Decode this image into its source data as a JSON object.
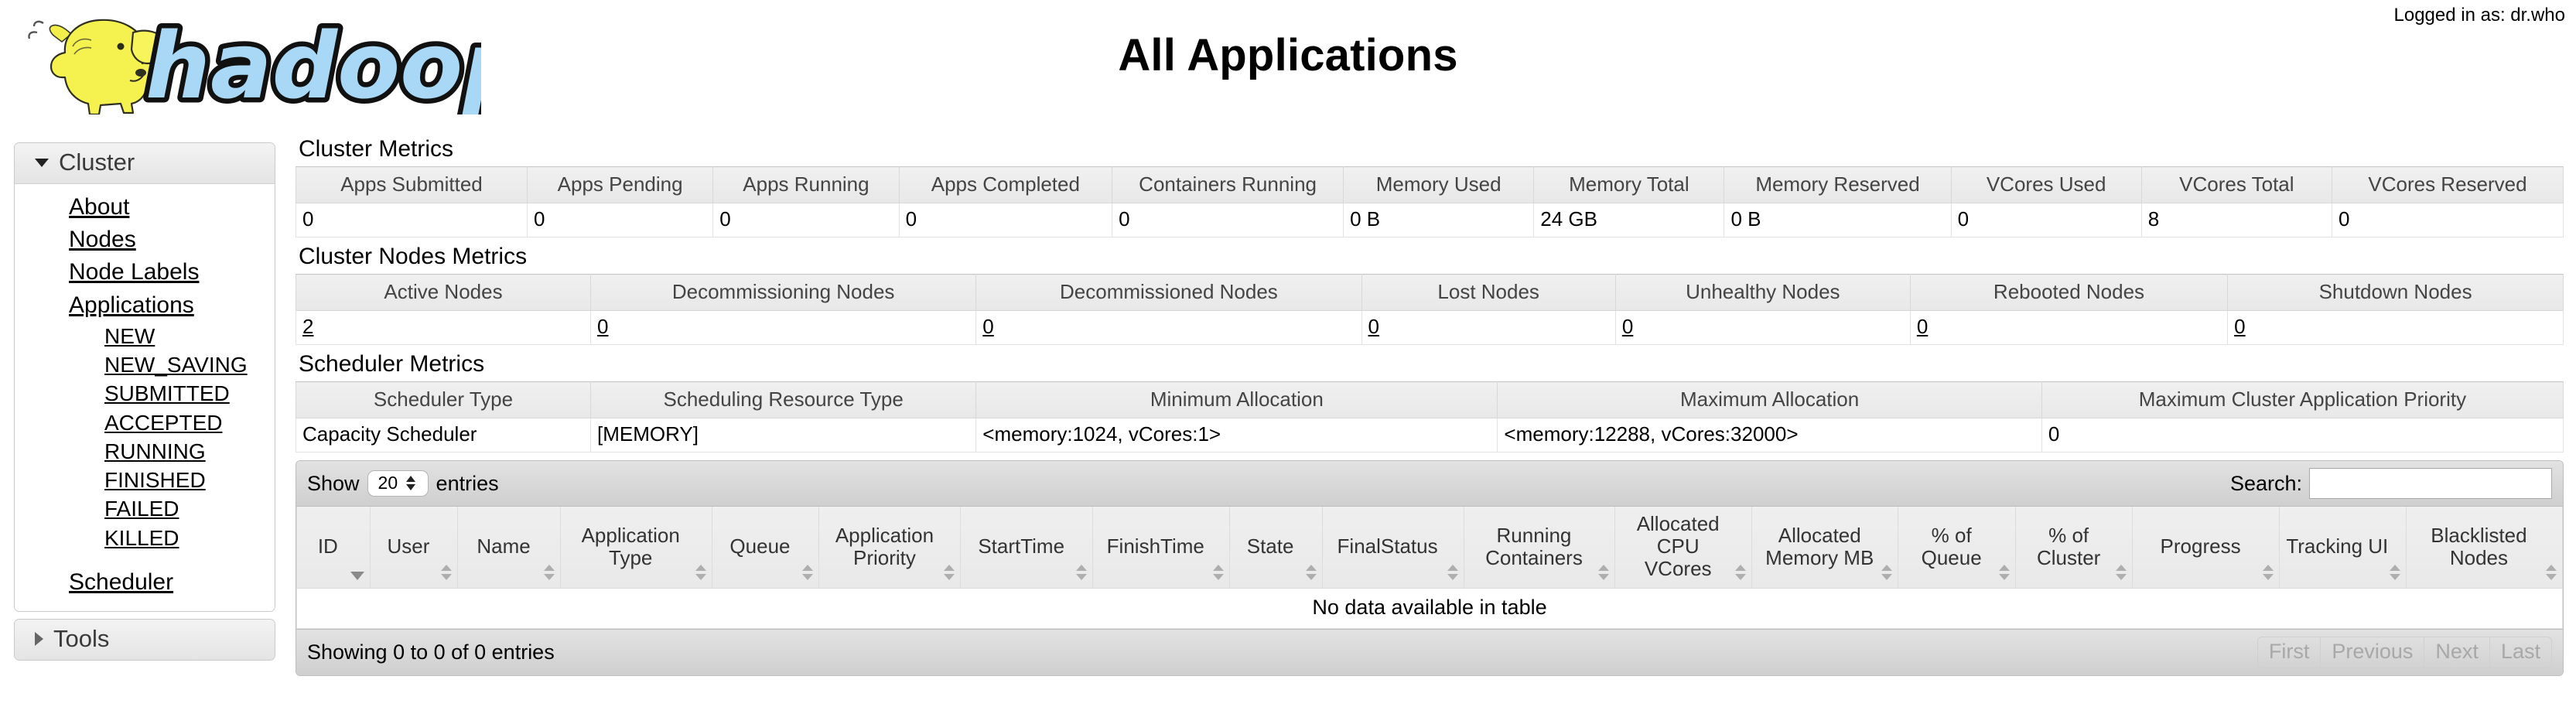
{
  "header": {
    "title": "All Applications",
    "login": "Logged in as: dr.who",
    "logo_alt": "hadoop-logo"
  },
  "sidebar": {
    "cluster": {
      "label": "Cluster",
      "expanded": true,
      "links": [
        "About",
        "Nodes",
        "Node Labels",
        "Applications"
      ],
      "app_states": [
        "NEW",
        "NEW_SAVING",
        "SUBMITTED",
        "ACCEPTED",
        "RUNNING",
        "FINISHED",
        "FAILED",
        "KILLED"
      ],
      "scheduler": "Scheduler"
    },
    "tools": {
      "label": "Tools",
      "expanded": false
    }
  },
  "cluster_metrics": {
    "title": "Cluster Metrics",
    "headers": [
      "Apps Submitted",
      "Apps Pending",
      "Apps Running",
      "Apps Completed",
      "Containers Running",
      "Memory Used",
      "Memory Total",
      "Memory Reserved",
      "VCores Used",
      "VCores Total",
      "VCores Reserved"
    ],
    "values": [
      "0",
      "0",
      "0",
      "0",
      "0",
      "0 B",
      "24 GB",
      "0 B",
      "0",
      "8",
      "0"
    ]
  },
  "cluster_nodes_metrics": {
    "title": "Cluster Nodes Metrics",
    "headers": [
      "Active Nodes",
      "Decommissioning Nodes",
      "Decommissioned Nodes",
      "Lost Nodes",
      "Unhealthy Nodes",
      "Rebooted Nodes",
      "Shutdown Nodes"
    ],
    "values": [
      "2",
      "0",
      "0",
      "0",
      "0",
      "0",
      "0"
    ]
  },
  "scheduler_metrics": {
    "title": "Scheduler Metrics",
    "headers": [
      "Scheduler Type",
      "Scheduling Resource Type",
      "Minimum Allocation",
      "Maximum Allocation",
      "Maximum Cluster Application Priority"
    ],
    "values": [
      "Capacity Scheduler",
      "[MEMORY]",
      "<memory:1024, vCores:1>",
      "<memory:12288, vCores:32000>",
      "0"
    ]
  },
  "apps_table": {
    "show_label": "Show",
    "entries_label": "entries",
    "page_length": "20",
    "search_label": "Search:",
    "search_value": "",
    "search_placeholder": "",
    "columns": [
      {
        "label": "ID",
        "sort": "desc"
      },
      {
        "label": "User",
        "sort": "none"
      },
      {
        "label": "Name",
        "sort": "none"
      },
      {
        "label": "Application Type",
        "sort": "none"
      },
      {
        "label": "Queue",
        "sort": "none"
      },
      {
        "label": "Application Priority",
        "sort": "none"
      },
      {
        "label": "StartTime",
        "sort": "none"
      },
      {
        "label": "FinishTime",
        "sort": "none"
      },
      {
        "label": "State",
        "sort": "none"
      },
      {
        "label": "FinalStatus",
        "sort": "none"
      },
      {
        "label": "Running Containers",
        "sort": "none"
      },
      {
        "label": "Allocated CPU VCores",
        "sort": "none"
      },
      {
        "label": "Allocated Memory MB",
        "sort": "none"
      },
      {
        "label": "% of Queue",
        "sort": "none"
      },
      {
        "label": "% of Cluster",
        "sort": "none"
      },
      {
        "label": "Progress",
        "sort": "none"
      },
      {
        "label": "Tracking UI",
        "sort": "none"
      },
      {
        "label": "Blacklisted Nodes",
        "sort": "none"
      }
    ],
    "rows": [],
    "empty_text": "No data available in table",
    "info_text": "Showing 0 to 0 of 0 entries",
    "pagination": [
      "First",
      "Previous",
      "Next",
      "Last"
    ]
  }
}
